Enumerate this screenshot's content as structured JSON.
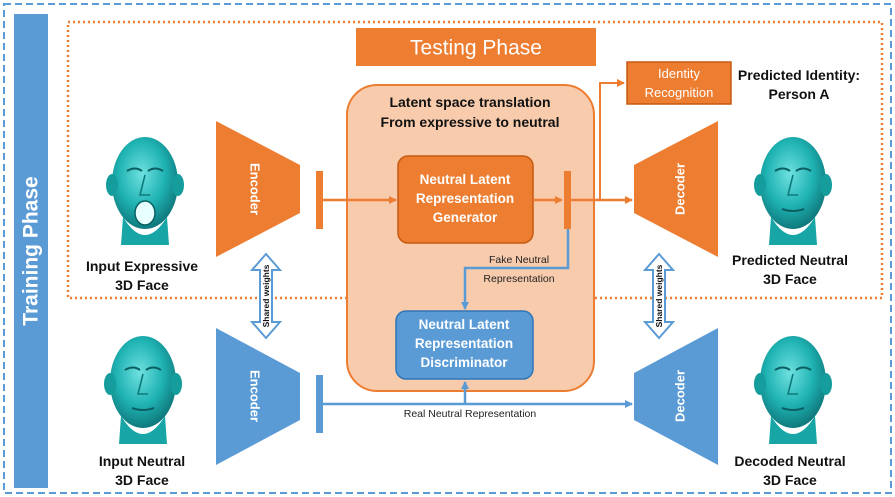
{
  "training_phase": {
    "label": "Training Phase"
  },
  "testing_phase": {
    "label": "Testing Phase"
  },
  "latent_box": {
    "line1": "Latent space translation",
    "line2": "From expressive to neutral"
  },
  "generator": {
    "line1": "Neutral Latent",
    "line2": "Representation",
    "line3": "Generator"
  },
  "discriminator": {
    "line1": "Neutral Latent",
    "line2": "Representation",
    "line3": "Discriminator"
  },
  "identity": {
    "line1": "Identity",
    "line2": "Recognition"
  },
  "predicted_identity": {
    "line1": "Predicted Identity:",
    "line2": "Person A"
  },
  "encoder_label": "Encoder",
  "decoder_label": "Decoder",
  "shared_weights": "Shared weights",
  "fake_neutral": {
    "line1": "Fake Neutral",
    "line2": "Representation"
  },
  "real_neutral": "Real Neutral Representation",
  "faces": {
    "input_expressive": {
      "line1": "Input Expressive",
      "line2": "3D Face"
    },
    "input_neutral": {
      "line1": "Input Neutral",
      "line2": "3D Face"
    },
    "predicted_neutral": {
      "line1": "Predicted Neutral",
      "line2": "3D Face"
    },
    "decoded_neutral": {
      "line1": "Decoded Neutral",
      "line2": "3D Face"
    }
  },
  "colors": {
    "orange": "#ED7D31",
    "blue": "#5B9BD5",
    "latent_fill": "#F8CBAD",
    "face_teal": "#1FB2B2",
    "training_bar": "#5B9BD5"
  }
}
